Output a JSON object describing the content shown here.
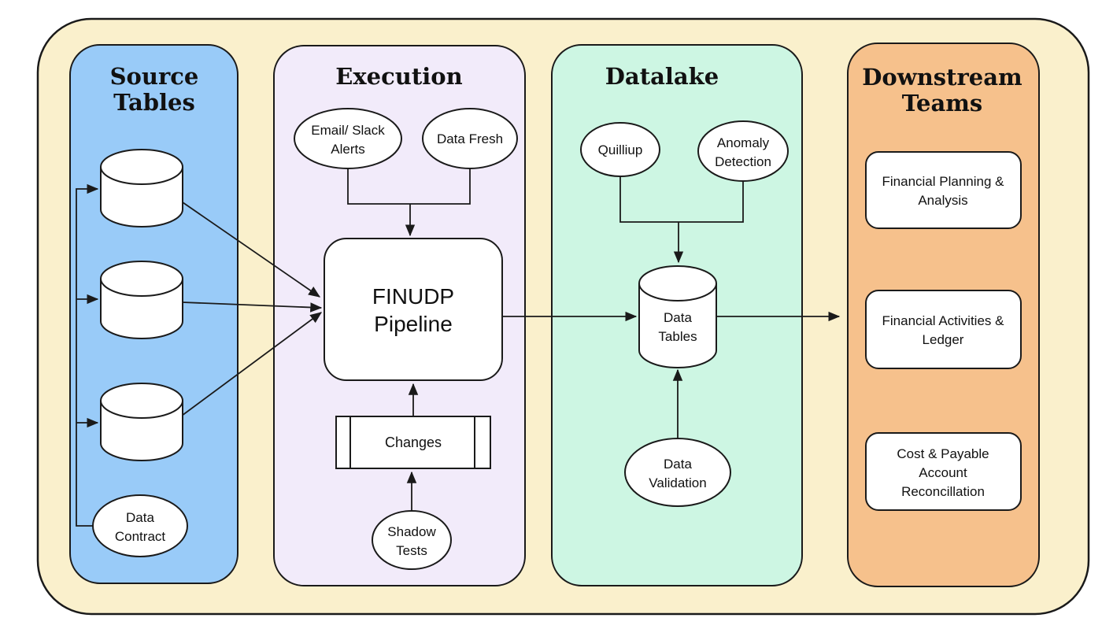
{
  "diagram_type": "data-pipeline-architecture",
  "colors": {
    "canvas_bg": "#FFFFFF",
    "outer_bg": "#FAF0CC",
    "source_bg": "#99CBF8",
    "execution_bg": "#F2EBFA",
    "datalake_bg": "#CDF6E3",
    "downstream_bg": "#F6C18C",
    "node_bg": "#FFFFFF",
    "stroke": "#1A1A1A"
  },
  "columns": {
    "source": {
      "title_lines": [
        "Source",
        "Tables"
      ]
    },
    "execution": {
      "title_lines": [
        "Execution"
      ]
    },
    "datalake": {
      "title_lines": [
        "Datalake"
      ]
    },
    "downstream": {
      "title_lines": [
        "Downstream",
        "Teams"
      ]
    }
  },
  "nodes": {
    "data_contract": {
      "shape": "ellipse",
      "lines": [
        "Data",
        "Contract"
      ]
    },
    "email_slack_alerts": {
      "shape": "ellipse",
      "lines": [
        "Email/ Slack",
        "Alerts"
      ]
    },
    "data_fresh": {
      "shape": "ellipse",
      "lines": [
        "Data Fresh"
      ]
    },
    "finudp_pipeline": {
      "shape": "rounded-rect",
      "lines": [
        "FINUDP",
        "Pipeline"
      ]
    },
    "changes": {
      "shape": "predefined-process",
      "lines": [
        "Changes"
      ]
    },
    "shadow_tests": {
      "shape": "ellipse",
      "lines": [
        "Shadow",
        "Tests"
      ]
    },
    "quilliup": {
      "shape": "ellipse",
      "lines": [
        "Quilliup"
      ]
    },
    "anomaly_detection": {
      "shape": "ellipse",
      "lines": [
        "Anomaly",
        "Detection"
      ]
    },
    "data_tables": {
      "shape": "cylinder",
      "lines": [
        "Data",
        "Tables"
      ]
    },
    "data_validation": {
      "shape": "ellipse",
      "lines": [
        "Data",
        "Validation"
      ]
    },
    "financial_planning": {
      "shape": "rounded-rect",
      "lines": [
        "Financial Planning &",
        "Analysis"
      ]
    },
    "financial_activities": {
      "shape": "rounded-rect",
      "lines": [
        "Financial Activities &",
        "Ledger"
      ]
    },
    "cost_payable": {
      "shape": "rounded-rect",
      "lines": [
        "Cost & Payable",
        "Account",
        "Reconcillation"
      ]
    },
    "source_db_1": {
      "shape": "cylinder",
      "lines": []
    },
    "source_db_2": {
      "shape": "cylinder",
      "lines": []
    },
    "source_db_3": {
      "shape": "cylinder",
      "lines": []
    }
  },
  "edges": [
    {
      "from": "data_contract",
      "to": "source_db_1"
    },
    {
      "from": "data_contract",
      "to": "source_db_2"
    },
    {
      "from": "data_contract",
      "to": "source_db_3"
    },
    {
      "from": "source_db_1",
      "to": "finudp_pipeline"
    },
    {
      "from": "source_db_2",
      "to": "finudp_pipeline"
    },
    {
      "from": "source_db_3",
      "to": "finudp_pipeline"
    },
    {
      "from": "email_slack_alerts",
      "to": "finudp_pipeline"
    },
    {
      "from": "data_fresh",
      "to": "finudp_pipeline"
    },
    {
      "from": "changes",
      "to": "finudp_pipeline"
    },
    {
      "from": "shadow_tests",
      "to": "changes"
    },
    {
      "from": "finudp_pipeline",
      "to": "data_tables"
    },
    {
      "from": "quilliup",
      "to": "data_tables"
    },
    {
      "from": "anomaly_detection",
      "to": "data_tables"
    },
    {
      "from": "data_validation",
      "to": "data_tables"
    },
    {
      "from": "data_tables",
      "to": "downstream_teams"
    }
  ]
}
